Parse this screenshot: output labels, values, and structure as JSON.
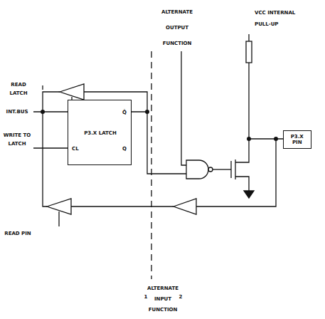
{
  "diagram": {
    "nodes": [
      {
        "text": [
          "P3.X LATCH",
          "Q̄",
          "CL",
          "Q"
        ]
      },
      {
        "text": [
          "P3.X PIN"
        ]
      }
    ],
    "labels": [
      "ALTERNATE OUTPUT FUNCTION",
      "VCC INTERNAL PULL-UP",
      "READ LATCH",
      "INT.BUS",
      "WRITE TO LATCH",
      "READ PIN",
      "ALTERNATE INPUT FUNCTION",
      "1",
      "2"
    ]
  }
}
